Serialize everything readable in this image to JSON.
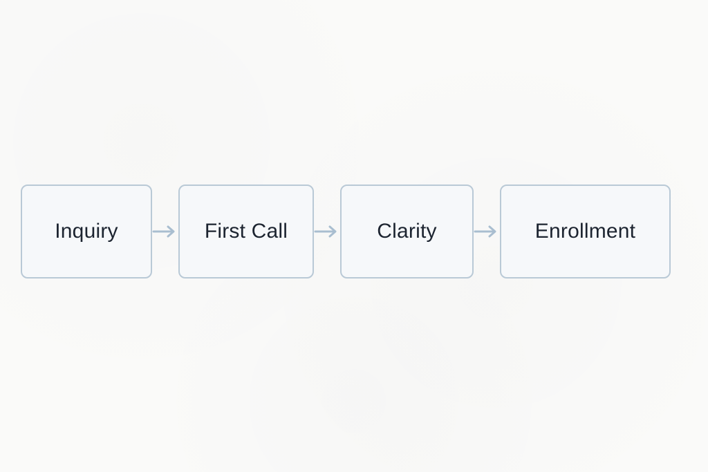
{
  "diagram": {
    "type": "flowchart",
    "direction": "left-to-right",
    "nodes": [
      {
        "id": "inquiry",
        "label": "Inquiry"
      },
      {
        "id": "first-call",
        "label": "First Call"
      },
      {
        "id": "clarity",
        "label": "Clarity"
      },
      {
        "id": "enrollment",
        "label": "Enrollment"
      }
    ],
    "edges": [
      {
        "from": "inquiry",
        "to": "first-call"
      },
      {
        "from": "first-call",
        "to": "clarity"
      },
      {
        "from": "clarity",
        "to": "enrollment"
      }
    ]
  },
  "colors": {
    "background": "#fafaf9",
    "node_fill": "#f6f8fa",
    "node_border": "#b9c9d6",
    "arrow": "#a9bed0",
    "text": "#1c2430"
  }
}
